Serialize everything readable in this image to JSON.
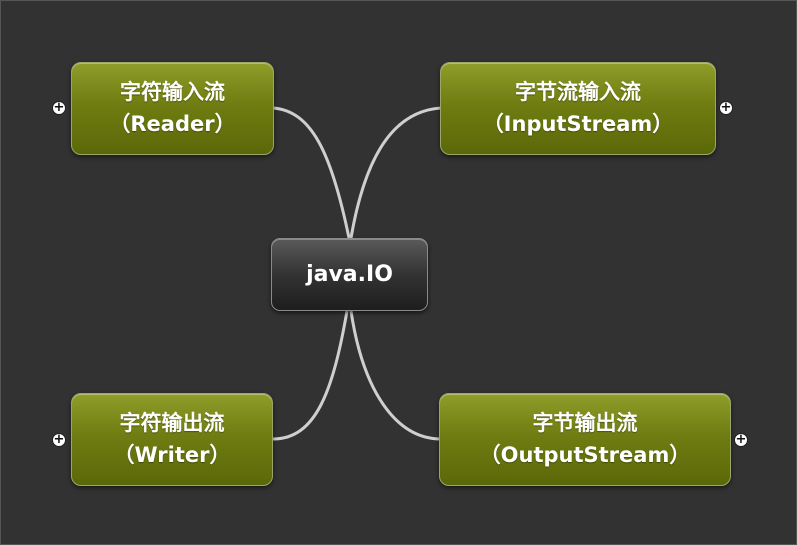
{
  "center": {
    "label": "java.IO"
  },
  "nodes": {
    "reader": {
      "line1": "字符输入流",
      "line2": "（Reader）"
    },
    "input_stream": {
      "line1": "字节流输入流",
      "line2": "（InputStream）"
    },
    "writer": {
      "line1": "字符输出流",
      "line2": "（Writer）"
    },
    "output_stream": {
      "line1": "字节输出流",
      "line2": "（OutputStream）"
    }
  },
  "expand_glyph": "+",
  "colors": {
    "background": "#323232",
    "node_green": "#6f7d12",
    "center_dark": "#333333",
    "connector": "#cfcfcf"
  },
  "icons": {
    "expand": "plus-circle-icon"
  }
}
